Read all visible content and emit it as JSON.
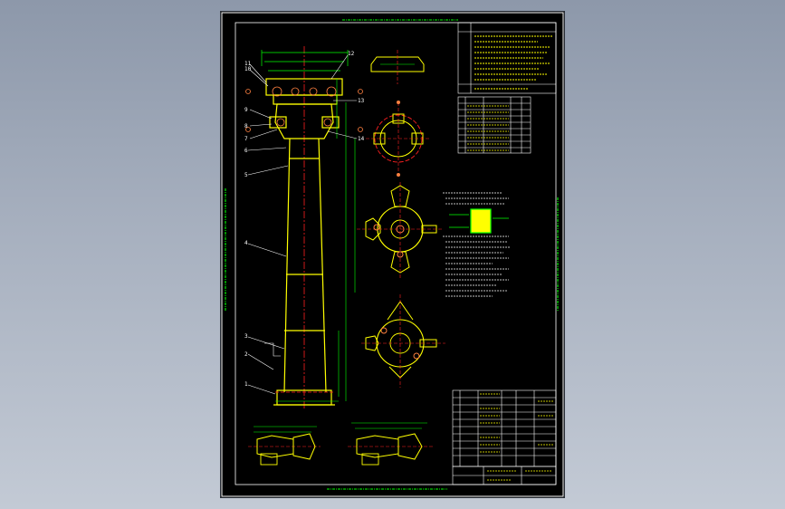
{
  "drawing": {
    "part_numbers": [
      "11",
      "10",
      "12",
      "9",
      "13",
      "8",
      "7",
      "14",
      "6",
      "5",
      "4",
      "3",
      "2",
      "1"
    ]
  },
  "colors": {
    "background": "#000000",
    "frame": "#ffffff",
    "text_yellow": "#ffff00",
    "text_green": "#00ff00",
    "outline_yellow": "#ffff00",
    "centerline_red": "#ff2020",
    "dimension_green": "#00ff00",
    "hatch_orange": "#ff8040",
    "page_top": "#8d98aa",
    "page_bottom": "#c3cad5"
  },
  "icons": [
    "drawing-frame",
    "title-block",
    "parts-list-table",
    "revision-table"
  ]
}
